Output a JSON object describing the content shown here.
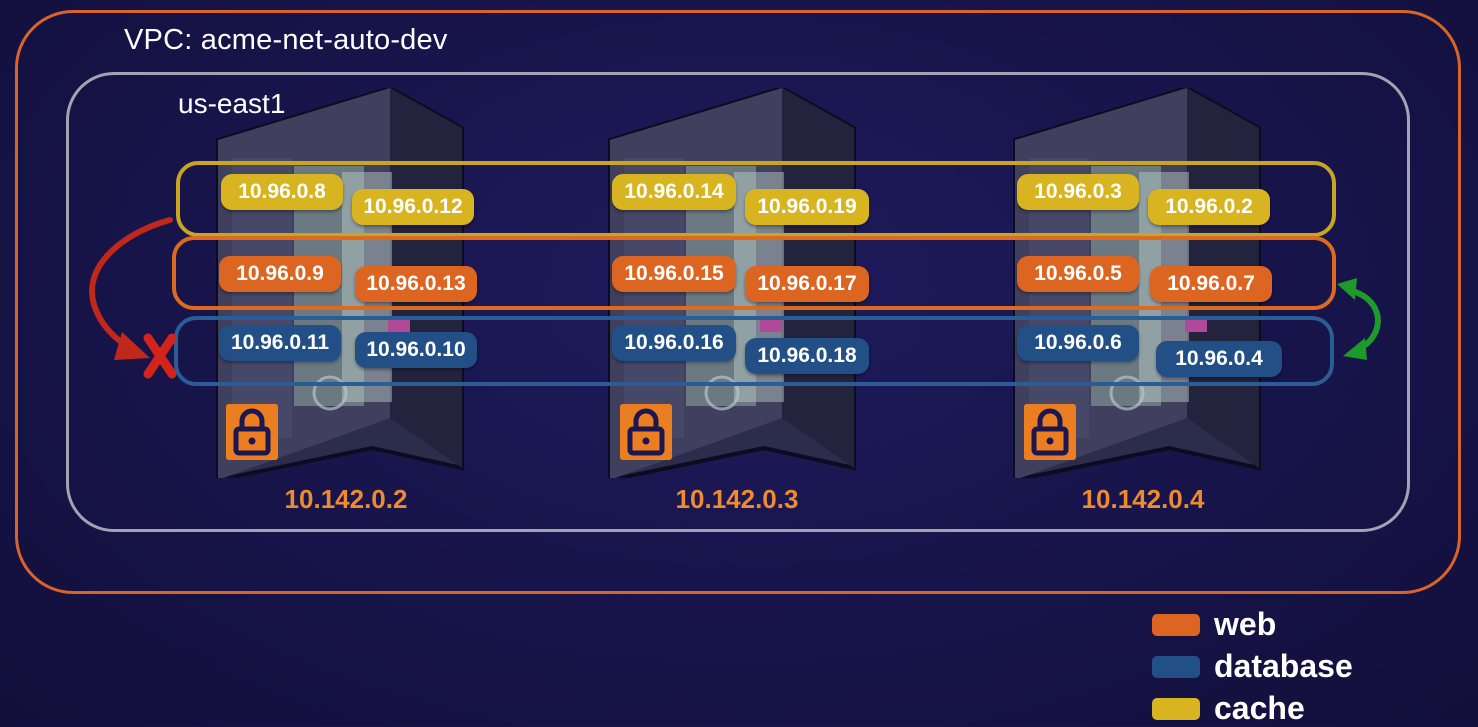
{
  "vpc": {
    "label": "VPC: acme-net-auto-dev"
  },
  "region": {
    "label": "us-east1"
  },
  "colors": {
    "web": "#dd6522",
    "database": "#214f86",
    "cache": "#d8b421",
    "vpc_border": "#d8642a",
    "region_border": "#a3a3b4",
    "host_ip": "#ee8a31",
    "blocked_arrow": "#c0281c",
    "allowed_arrow": "#1e9a2c"
  },
  "hosts": [
    {
      "ip": "10.142.0.2",
      "icon": "lock-icon",
      "pods": {
        "cache": [
          "10.96.0.8",
          "10.96.0.12"
        ],
        "web": [
          "10.96.0.9",
          "10.96.0.13"
        ],
        "database": [
          "10.96.0.11",
          "10.96.0.10"
        ]
      }
    },
    {
      "ip": "10.142.0.3",
      "icon": "lock-icon",
      "pods": {
        "cache": [
          "10.96.0.14",
          "10.96.0.19"
        ],
        "web": [
          "10.96.0.15",
          "10.96.0.17"
        ],
        "database": [
          "10.96.0.16",
          "10.96.0.18"
        ]
      }
    },
    {
      "ip": "10.142.0.4",
      "icon": "lock-icon",
      "pods": {
        "cache": [
          "10.96.0.3",
          "10.96.0.2"
        ],
        "web": [
          "10.96.0.5",
          "10.96.0.7"
        ],
        "database": [
          "10.96.0.6",
          "10.96.0.4"
        ]
      }
    }
  ],
  "flows": {
    "blocked": {
      "icon": "blocked-x-icon",
      "from": "cache",
      "to": "database"
    },
    "allowed": {
      "icon": "bidirectional-arrow-icon",
      "from": "web",
      "to": "database"
    }
  },
  "legend": [
    {
      "label": "web",
      "color": "#dd6522"
    },
    {
      "label": "database",
      "color": "#214f86"
    },
    {
      "label": "cache",
      "color": "#d8b421"
    }
  ]
}
